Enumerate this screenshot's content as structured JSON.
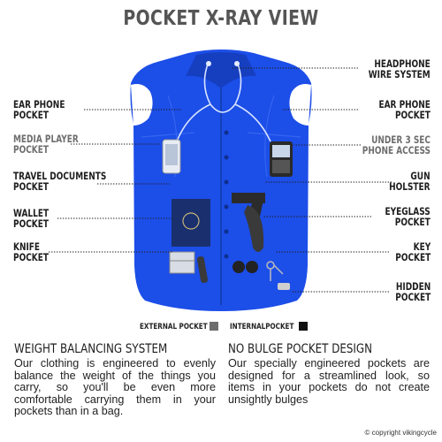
{
  "title": "POCKET X-RAY VIEW",
  "colors": {
    "vest": "#1c4ee8",
    "vest_dark": "#163fc0",
    "external_pocket": "#6d6d6d",
    "internal_pocket": "#111111"
  },
  "callouts": {
    "headphone_wire": [
      "HEADPHONE",
      "WIRE SYSTEM"
    ],
    "ear_phone_left": [
      "EAR PHONE",
      "POCKET"
    ],
    "ear_phone_right": [
      "EAR PHONE",
      "POCKET"
    ],
    "media_player": [
      "MEDIA PLAYER",
      "POCKET"
    ],
    "phone_access": [
      "UNDER 3 SEC",
      "PHONE ACCESS"
    ],
    "travel_documents": [
      "TRAVEL DOCUMENTS",
      "POCKET"
    ],
    "gun_holster": [
      "GUN",
      "HOLSTER"
    ],
    "wallet": [
      "WALLET",
      "POCKET"
    ],
    "eyeglass": [
      "EYEGLASS",
      "POCKET"
    ],
    "knife": [
      "KNIFE",
      "POCKET"
    ],
    "key": [
      "KEY",
      "POCKET"
    ],
    "hidden": [
      "HIDDEN",
      "POCKET"
    ]
  },
  "legend": {
    "external": "EXTERNAL POCKET",
    "internal": "INTERNALPOCKET"
  },
  "sections": {
    "weight": {
      "heading": "WEIGHT BALANCING SYSTEM",
      "body": "Our clothing is engineered to evenly balance the weight of the things you carry, so you'll be even more comfortable carrying them in your pockets than in a bag."
    },
    "bulge": {
      "heading": "NO BULGE POCKET DESIGN",
      "body": "Our specially engineered pockets are designed for a streamlined look, so items in your pockets do not create unsightly bulges"
    }
  },
  "copyright": "© copyright vikingcycle"
}
